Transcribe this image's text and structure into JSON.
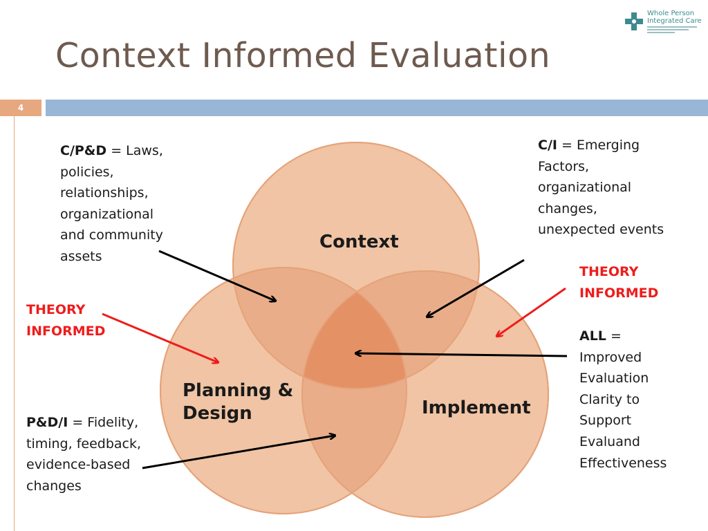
{
  "title": "Context Informed Evaluation",
  "slide_number": "4",
  "logo": {
    "line1": "Whole Person",
    "line2": "Integrated Care"
  },
  "circles": {
    "context": "Context",
    "planning_line1": "Planning &",
    "planning_line2": "Design",
    "implement": "Implement"
  },
  "notes": {
    "cpd": {
      "key": "C/P&D",
      "text": " = Laws,",
      "lines": [
        "policies,",
        "relationships,",
        "organizational",
        "and community",
        "assets"
      ]
    },
    "ci": {
      "key": "C/I",
      "text": " = Emerging",
      "lines": [
        "Factors,",
        "organizational",
        "changes,",
        "unexpected events"
      ]
    },
    "theory_left": [
      "THEORY",
      "INFORMED"
    ],
    "theory_right": [
      "THEORY",
      "INFORMED"
    ],
    "all": {
      "key": "ALL",
      "text": " =",
      "lines": [
        "Improved",
        "Evaluation",
        "Clarity to",
        "Support",
        "Evaluand",
        "Effectiveness"
      ]
    },
    "pdi": {
      "key": "P&D/I",
      "text": " = Fidelity,",
      "lines": [
        "timing, feedback,",
        "evidence-based",
        "changes"
      ]
    }
  },
  "colors": {
    "circle_fill": "#f0c4a4",
    "circle_stroke": "#e5a279",
    "overlap_pair": "#e9ae89",
    "overlap_center": "#e49166",
    "title": "#6e5a4f",
    "theory_red": "#ee1c1c",
    "accent_bar": "#9ab6d6"
  }
}
